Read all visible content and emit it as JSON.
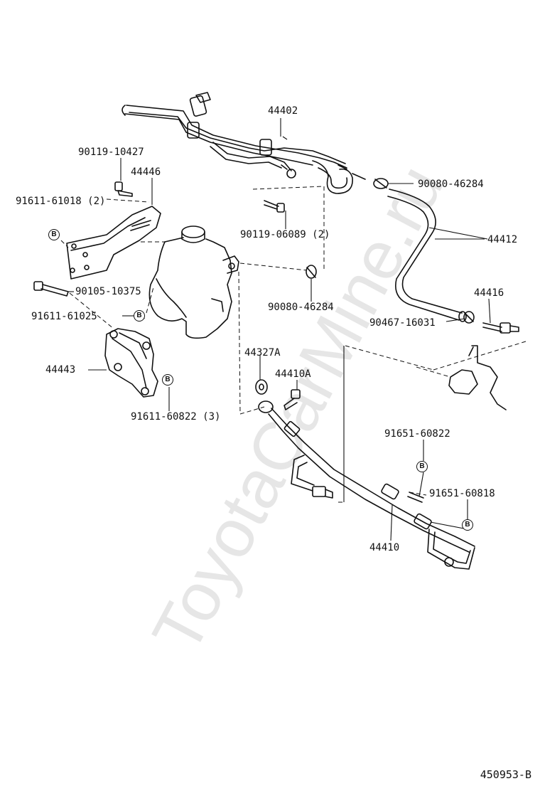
{
  "watermark": "ToyotaCarMine.ru",
  "figure_code": "450953-B",
  "badge_letter": "B",
  "labels": {
    "p44402": "44402",
    "p90119_10427": "90119-10427",
    "p44446": "44446",
    "p91611_61018": "91611-61018 (2)",
    "p90080_46284_top": "90080-46284",
    "p44412": "44412",
    "p90119_06089": "90119-06089 (2)",
    "p90105_10375": "90105-10375",
    "p90080_46284_mid": "90080-46284",
    "p44416": "44416",
    "p91611_61025": "91611-61025",
    "p90467_16031": "90467-16031",
    "p44327A": "44327A",
    "p44410A": "44410A",
    "p44443": "44443",
    "p91611_60822": "91611-60822 (3)",
    "p91651_60822": "91651-60822",
    "p91651_60818": "91651-60818",
    "p44410": "44410"
  }
}
